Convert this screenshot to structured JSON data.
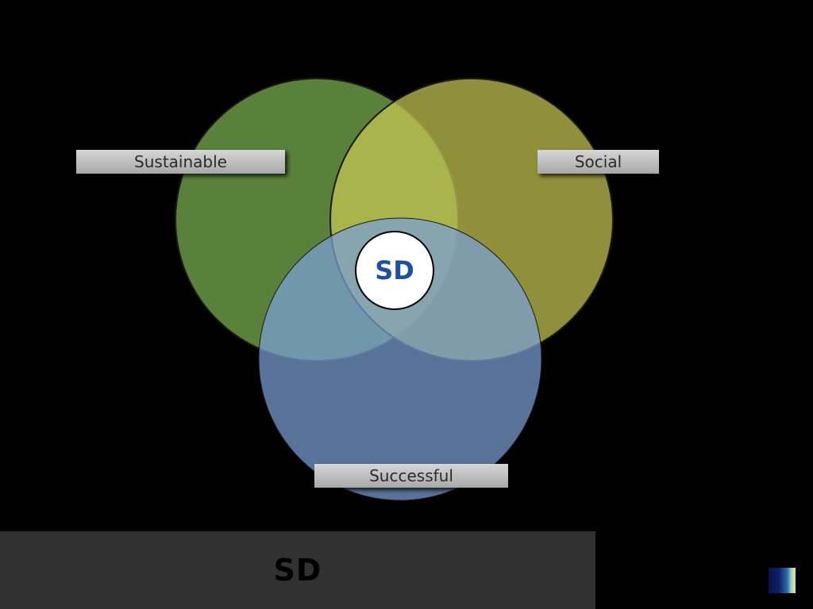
{
  "diagram": {
    "circles": [
      {
        "name": "sustainable",
        "label": "Sustainable",
        "fill": "#5f883c"
      },
      {
        "name": "social",
        "label": "Social",
        "fill": "#a0a048"
      },
      {
        "name": "successful",
        "label": "Successful",
        "fill": "#6f8ec0"
      }
    ],
    "center_label": "SD"
  },
  "footer": {
    "title": "SD"
  },
  "colors": {
    "background": "#000000",
    "footer_bar": "#313131",
    "center_text": "#1f4ea8"
  }
}
